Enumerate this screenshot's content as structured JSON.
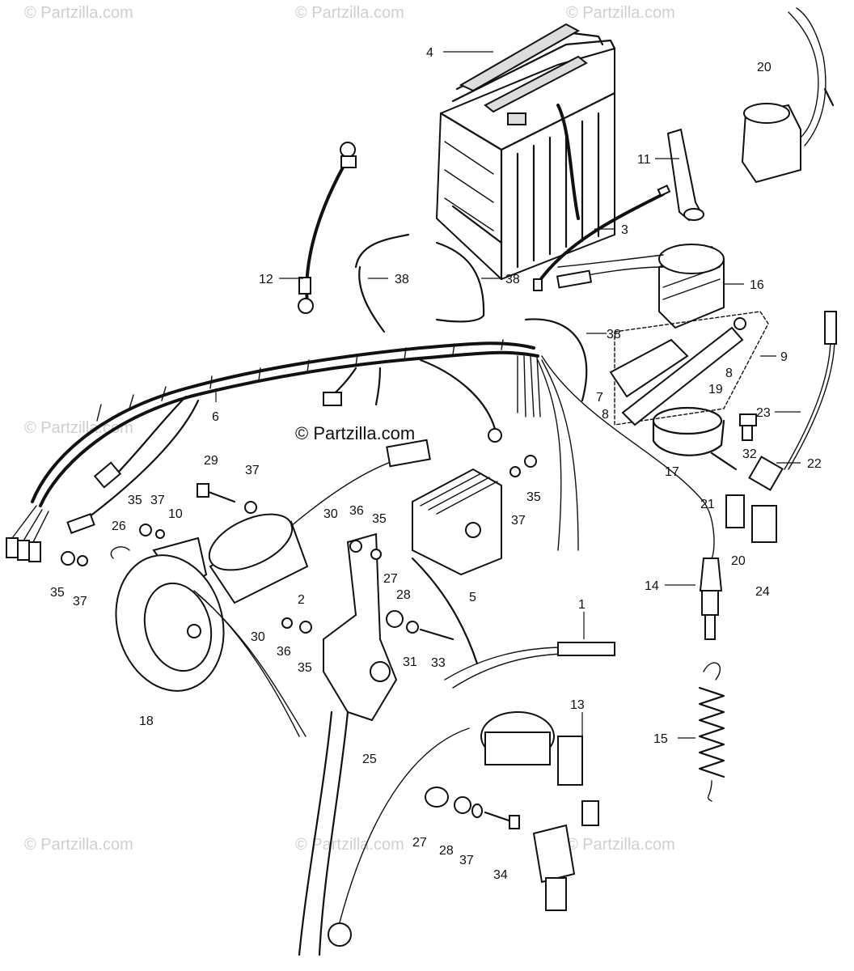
{
  "diagram": {
    "watermark_main": "© Partzilla.com",
    "watermark_faint": "© Partzilla.com",
    "part_labels": {
      "p1": "1",
      "p2": "2",
      "p3": "3",
      "p4": "4",
      "p5": "5",
      "p6": "6",
      "p7": "7",
      "p8a": "8",
      "p8b": "8",
      "p9": "9",
      "p10": "10",
      "p11": "11",
      "p12": "12",
      "p13": "13",
      "p14": "14",
      "p15": "15",
      "p16": "16",
      "p17": "17",
      "p18": "18",
      "p19": "19",
      "p20a": "20",
      "p20b": "20",
      "p21": "21",
      "p22": "22",
      "p23": "23",
      "p24": "24",
      "p25": "25",
      "p26": "26",
      "p27a": "27",
      "p27b": "27",
      "p28a": "28",
      "p28b": "28",
      "p29": "29",
      "p30a": "30",
      "p30b": "30",
      "p31": "31",
      "p32": "32",
      "p33": "33",
      "p34": "34",
      "p35a": "35",
      "p35b": "35",
      "p35c": "35",
      "p35d": "35",
      "p35e": "35",
      "p36a": "36",
      "p36b": "36",
      "p37a": "37",
      "p37b": "37",
      "p37c": "37",
      "p37d": "37",
      "p37e": "37",
      "p38a": "38",
      "p38b": "38",
      "p38c": "38"
    }
  }
}
